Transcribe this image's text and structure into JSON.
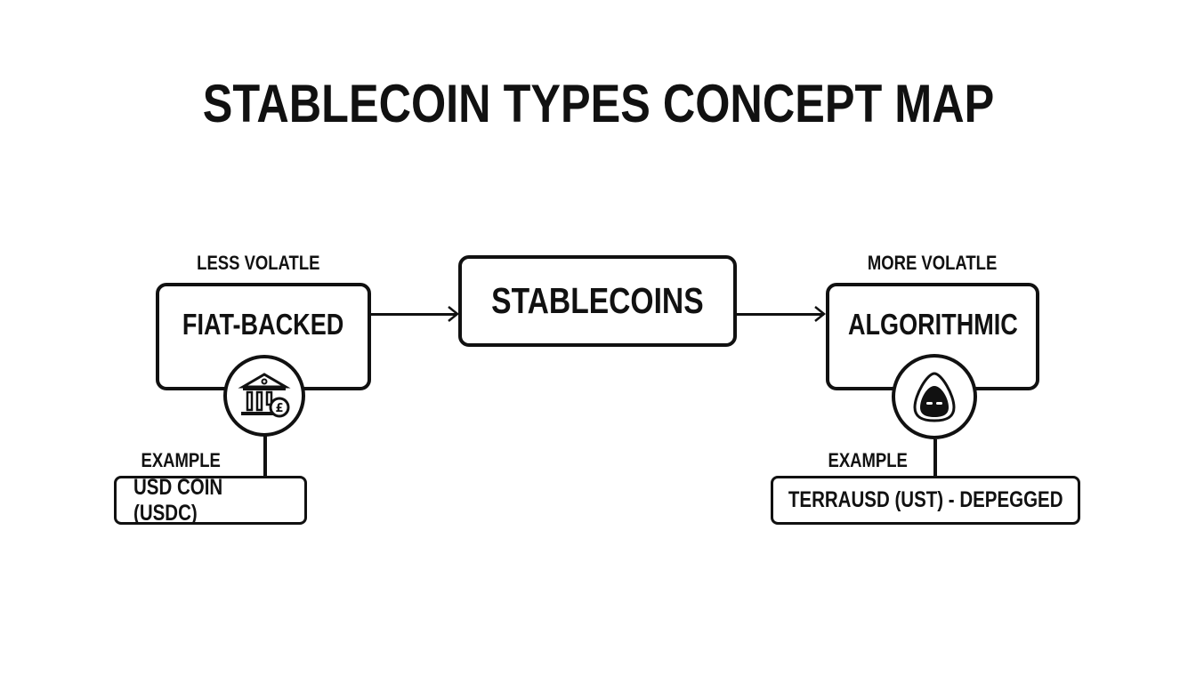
{
  "title": "STABLECOIN TYPES CONCEPT MAP",
  "center_node": {
    "label": "STABLECOINS"
  },
  "left": {
    "annotation": "LESS VOLATLE",
    "node": "FIAT-BACKED",
    "icon": "bank-with-coin-icon",
    "example_label": "EXAMPLE",
    "example": "USD COIN (USDC)"
  },
  "right": {
    "annotation": "MORE VOLATLE",
    "node": "ALGORITHMIC",
    "icon": "hooded-figure-icon",
    "example_label": "EXAMPLE",
    "example": "TERRAUSD (UST) - DEPEGGED"
  },
  "colors": {
    "stroke": "#111111",
    "background": "#ffffff"
  }
}
